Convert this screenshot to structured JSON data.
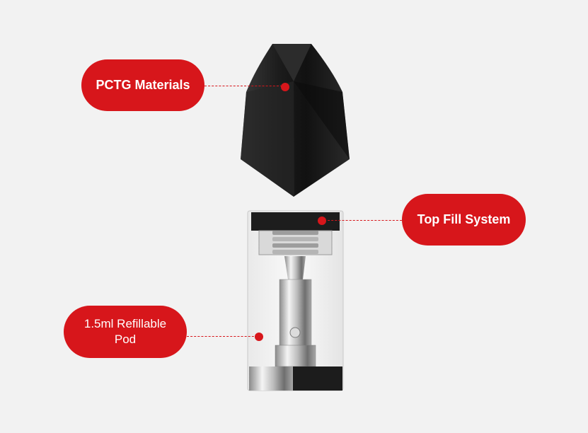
{
  "callouts": {
    "pctg": "PCTG Materials",
    "top_fill": "Top Fill System",
    "refillable_line1": "1.5ml Refillable",
    "refillable_line2": "Pod"
  },
  "colors": {
    "background": "#f2f2f2",
    "accent": "#d7161b",
    "label_text": "#ffffff"
  }
}
